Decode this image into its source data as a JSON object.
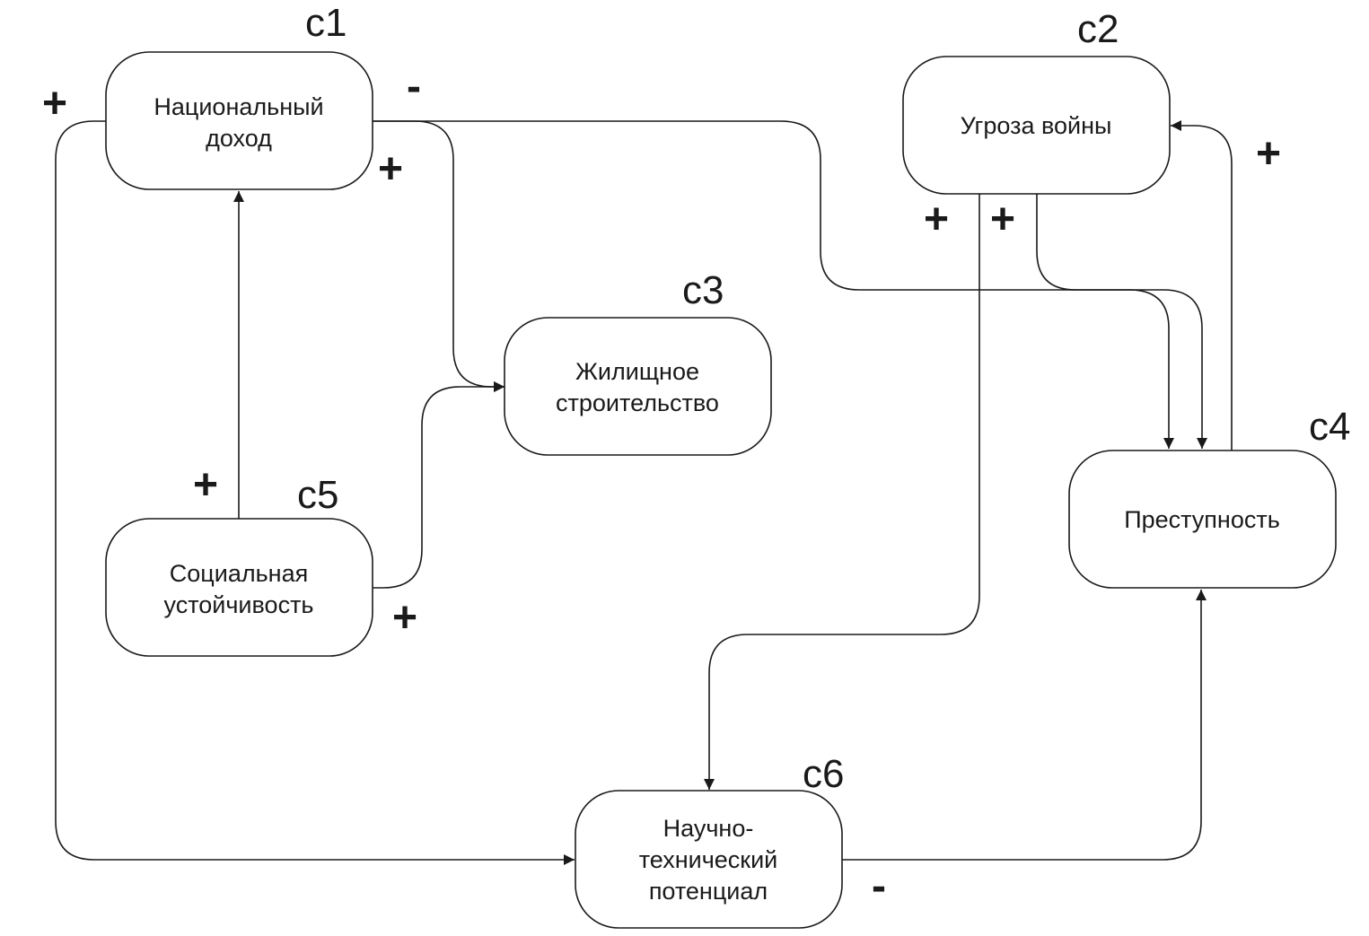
{
  "diagram": {
    "type": "cognitive-map",
    "nodes": [
      {
        "id": "c1",
        "label_lines": [
          "Национальный",
          "доход"
        ]
      },
      {
        "id": "c2",
        "label_lines": [
          "Угроза войны"
        ]
      },
      {
        "id": "c3",
        "label_lines": [
          "Жилищное",
          "строительство"
        ]
      },
      {
        "id": "c4",
        "label_lines": [
          "Преступность"
        ]
      },
      {
        "id": "c5",
        "label_lines": [
          "Социальная",
          "устойчивость"
        ]
      },
      {
        "id": "c6",
        "label_lines": [
          "Научно-",
          "технический",
          "потенциал"
        ]
      }
    ],
    "edges": [
      {
        "from": "c1",
        "to": "c6",
        "sign": "+"
      },
      {
        "from": "c1",
        "to": "c4",
        "sign": "-"
      },
      {
        "from": "c1",
        "to": "c3",
        "sign": "+"
      },
      {
        "from": "c2",
        "to": "c6",
        "sign": "+"
      },
      {
        "from": "c2",
        "to": "c4",
        "sign": "+"
      },
      {
        "from": "c4",
        "to": "c2",
        "sign": "+"
      },
      {
        "from": "c5",
        "to": "c1",
        "sign": "+"
      },
      {
        "from": "c5",
        "to": "c3",
        "sign": "+"
      },
      {
        "from": "c6",
        "to": "c4",
        "sign": "-"
      }
    ]
  }
}
